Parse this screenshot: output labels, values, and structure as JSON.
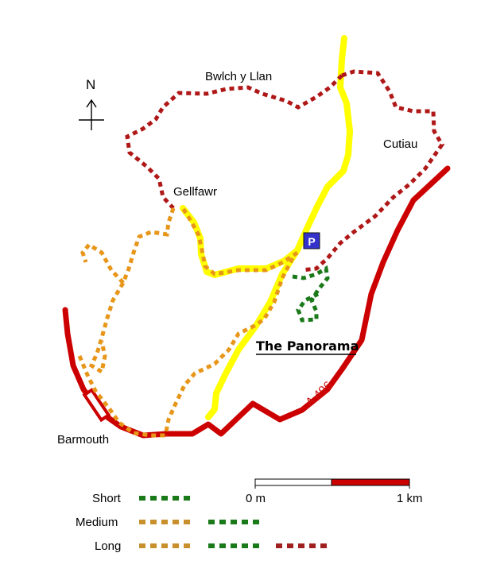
{
  "map": {
    "places": {
      "bwlch": "Bwlch y Llan",
      "cutiau": "Cutiau",
      "gellfawr": "Gellfawr",
      "barmouth": "Barmouth",
      "panorama": "The Panorama"
    },
    "road_label": "A 496",
    "parking_label": "P",
    "north_label": "N",
    "colors": {
      "road": "#cc0000",
      "lane": "#ffff00",
      "short_route": "#1a7a1a",
      "medium_route": "#e8961a",
      "long_route": "#b01818",
      "parking": "#3333cc"
    }
  },
  "legend": {
    "short": "Short",
    "medium": "Medium",
    "long": "Long"
  },
  "scale": {
    "start": "0 m",
    "end": "1 km"
  }
}
